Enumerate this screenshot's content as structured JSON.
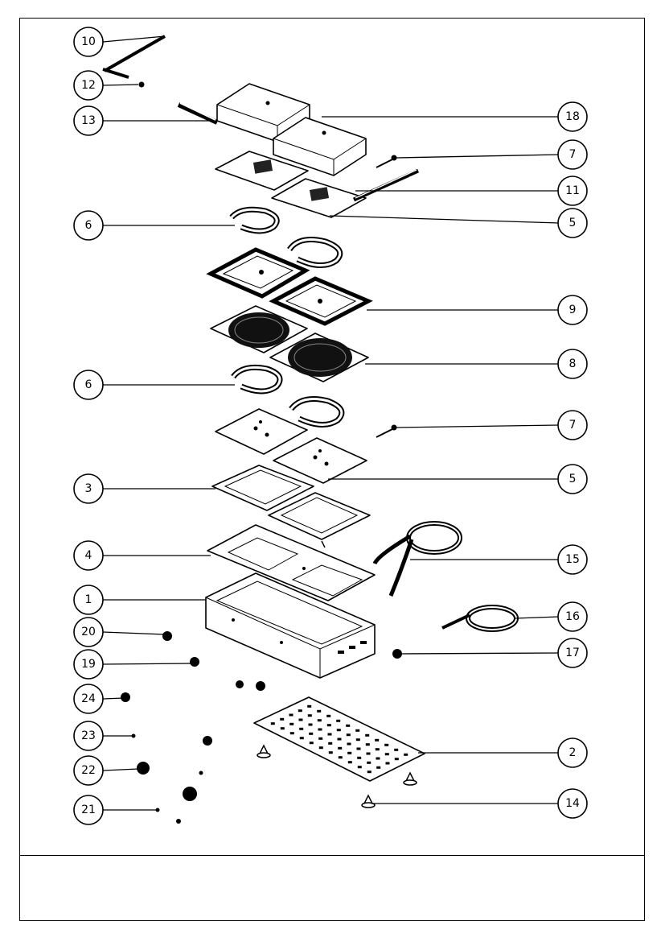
{
  "callouts": {
    "c10": "10",
    "c12": "12",
    "c13": "13",
    "c6a": "6",
    "c6b": "6",
    "c3": "3",
    "c4": "4",
    "c1": "1",
    "c20": "20",
    "c19": "19",
    "c24": "24",
    "c23": "23",
    "c22": "22",
    "c21": "21",
    "c18": "18",
    "c7a": "7",
    "c11": "11",
    "c5a": "5",
    "c9": "9",
    "c8": "8",
    "c7b": "7",
    "c5b": "5",
    "c15": "15",
    "c16": "16",
    "c17": "17",
    "c2": "2",
    "c14": "14"
  }
}
